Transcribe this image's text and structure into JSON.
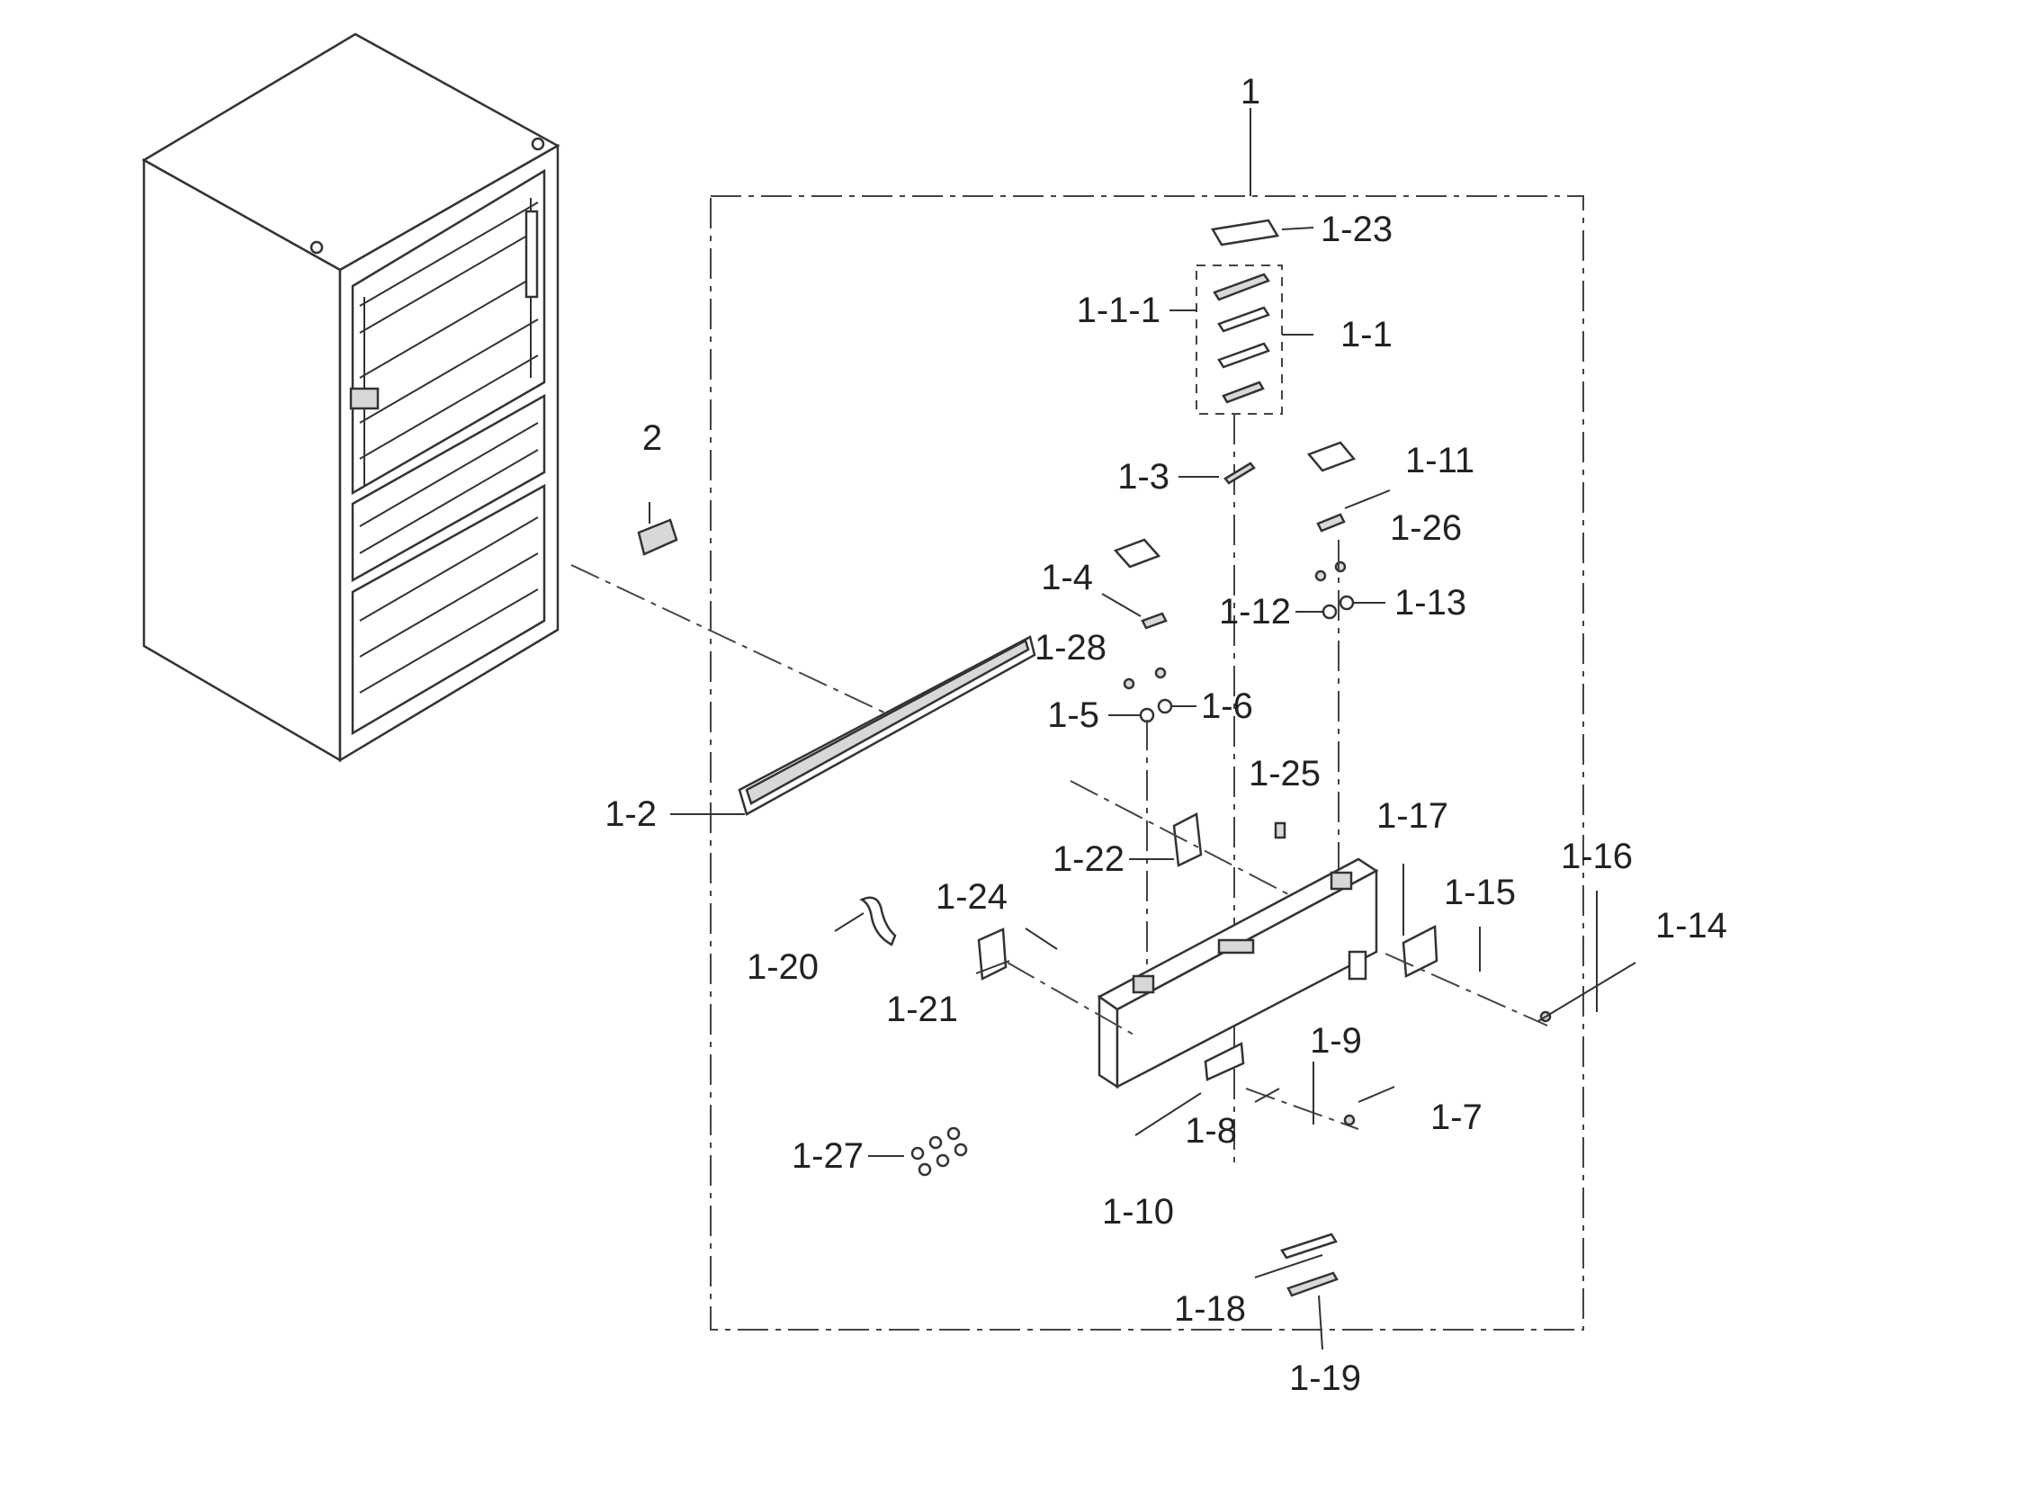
{
  "diagram": {
    "labels": [
      {
        "id": "1",
        "text": "1"
      },
      {
        "id": "2",
        "text": "2"
      },
      {
        "id": "1-1",
        "text": "1-1"
      },
      {
        "id": "1-1-1",
        "text": "1-1-1"
      },
      {
        "id": "1-2",
        "text": "1-2"
      },
      {
        "id": "1-3",
        "text": "1-3"
      },
      {
        "id": "1-4",
        "text": "1-4"
      },
      {
        "id": "1-5",
        "text": "1-5"
      },
      {
        "id": "1-6",
        "text": "1-6"
      },
      {
        "id": "1-7",
        "text": "1-7"
      },
      {
        "id": "1-8",
        "text": "1-8"
      },
      {
        "id": "1-9",
        "text": "1-9"
      },
      {
        "id": "1-10",
        "text": "1-10"
      },
      {
        "id": "1-11",
        "text": "1-11"
      },
      {
        "id": "1-12",
        "text": "1-12"
      },
      {
        "id": "1-13",
        "text": "1-13"
      },
      {
        "id": "1-14",
        "text": "1-14"
      },
      {
        "id": "1-15",
        "text": "1-15"
      },
      {
        "id": "1-16",
        "text": "1-16"
      },
      {
        "id": "1-17",
        "text": "1-17"
      },
      {
        "id": "1-18",
        "text": "1-18"
      },
      {
        "id": "1-19",
        "text": "1-19"
      },
      {
        "id": "1-20",
        "text": "1-20"
      },
      {
        "id": "1-21",
        "text": "1-21"
      },
      {
        "id": "1-22",
        "text": "1-22"
      },
      {
        "id": "1-23",
        "text": "1-23"
      },
      {
        "id": "1-24",
        "text": "1-24"
      },
      {
        "id": "1-25",
        "text": "1-25"
      },
      {
        "id": "1-26",
        "text": "1-26"
      },
      {
        "id": "1-27",
        "text": "1-27"
      },
      {
        "id": "1-28",
        "text": "1-28"
      }
    ]
  }
}
